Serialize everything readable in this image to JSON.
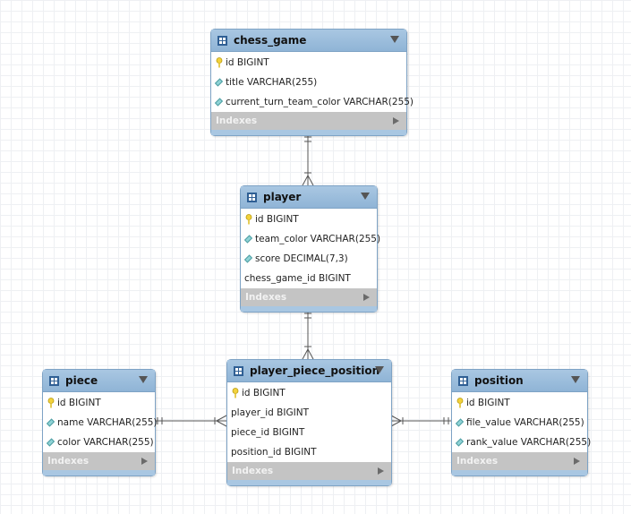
{
  "entities": {
    "chess_game": {
      "name": "chess_game",
      "columns": [
        {
          "text": "id BIGINT",
          "icon": "key-icon"
        },
        {
          "text": "title VARCHAR(255)",
          "icon": "diamond-icon"
        },
        {
          "text": "current_turn_team_color VARCHAR(255)",
          "icon": "diamond-icon"
        }
      ],
      "indexes_label": "Indexes"
    },
    "player": {
      "name": "player",
      "columns": [
        {
          "text": "id BIGINT",
          "icon": "key-icon"
        },
        {
          "text": "team_color VARCHAR(255)",
          "icon": "diamond-icon"
        },
        {
          "text": "score DECIMAL(7,3)",
          "icon": "diamond-icon"
        },
        {
          "text": "chess_game_id BIGINT",
          "icon": "none"
        }
      ],
      "indexes_label": "Indexes"
    },
    "piece": {
      "name": "piece",
      "columns": [
        {
          "text": "id BIGINT",
          "icon": "key-icon"
        },
        {
          "text": "name VARCHAR(255)",
          "icon": "diamond-icon"
        },
        {
          "text": "color VARCHAR(255)",
          "icon": "diamond-icon"
        }
      ],
      "indexes_label": "Indexes"
    },
    "player_piece_position": {
      "name": "player_piece_position",
      "columns": [
        {
          "text": "id BIGINT",
          "icon": "key-icon"
        },
        {
          "text": "player_id BIGINT",
          "icon": "none"
        },
        {
          "text": "piece_id BIGINT",
          "icon": "none"
        },
        {
          "text": "position_id BIGINT",
          "icon": "none"
        }
      ],
      "indexes_label": "Indexes"
    },
    "position": {
      "name": "position",
      "columns": [
        {
          "text": "id BIGINT",
          "icon": "key-icon"
        },
        {
          "text": "file_value VARCHAR(255)",
          "icon": "diamond-icon"
        },
        {
          "text": "rank_value VARCHAR(255)",
          "icon": "diamond-icon"
        }
      ],
      "indexes_label": "Indexes"
    }
  },
  "colors": {
    "header": "#a9c7e2",
    "indexes_bar": "#c4c4c4",
    "connector": "#555555"
  }
}
